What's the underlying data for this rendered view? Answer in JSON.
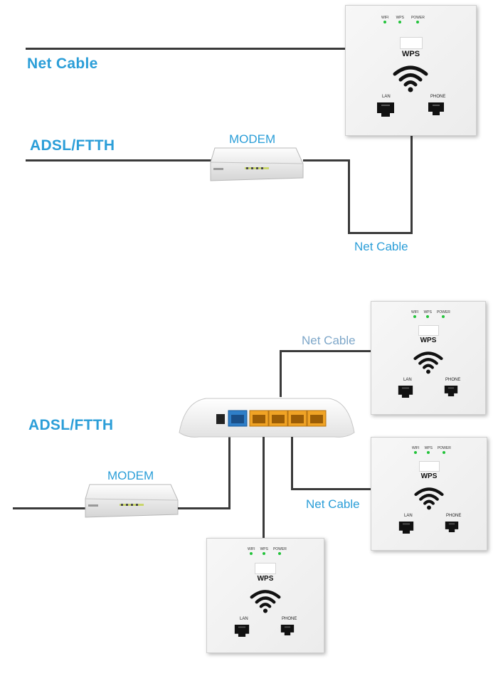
{
  "top": {
    "net_cable_label": "Net Cable",
    "adsl_label": "ADSL/FTTH",
    "modem_label": "MODEM",
    "bottom_net_cable_label": "Net Cable"
  },
  "bottom": {
    "adsl_label": "ADSL/FTTH",
    "modem_label": "MODEM",
    "net_cable_label_1": "Net Cable",
    "net_cable_label_2": "Net Cable"
  },
  "panel": {
    "led_labels": [
      "WIFI",
      "WPS",
      "POWER"
    ],
    "wps_label": "WPS",
    "lan_label": "LAN",
    "phone_label": "PHONE"
  },
  "colors": {
    "accent_blue": "#2b9ed8",
    "cable": "#3a3a3a",
    "led_green": "#22c33a",
    "switch_port_yellow": "#f0a325",
    "switch_port_blue": "#2f7fc8"
  }
}
